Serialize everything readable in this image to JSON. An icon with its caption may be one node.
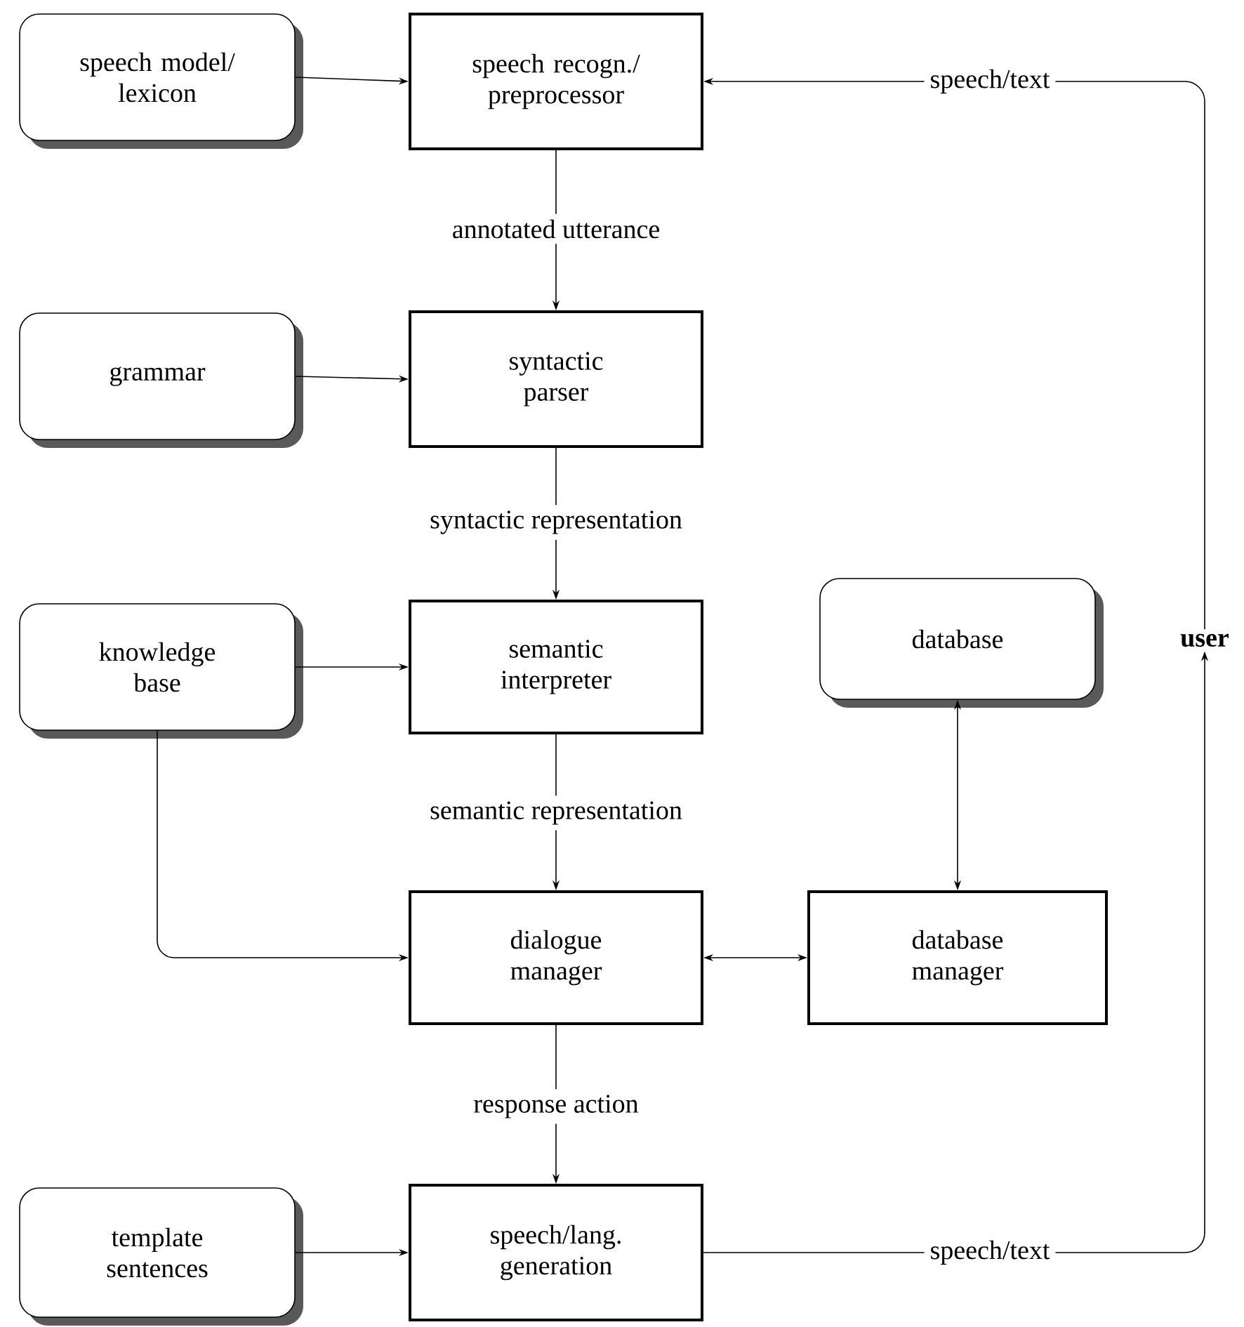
{
  "diagram": {
    "nodes": [
      {
        "text": [
          "speech model/ lexicon"
        ]
      },
      {
        "text": [
          "speech recogn./ preprocessor"
        ]
      },
      {
        "text": [
          "grammar"
        ]
      },
      {
        "text": [
          "syntactic parser"
        ]
      },
      {
        "text": [
          "knowledge base"
        ]
      },
      {
        "text": [
          "semantic interpreter"
        ]
      },
      {
        "text": [
          "database"
        ]
      },
      {
        "text": [
          "user"
        ]
      },
      {
        "text": [
          "dialogue manager"
        ]
      },
      {
        "text": [
          "database manager"
        ]
      },
      {
        "text": [
          "template sentences"
        ]
      },
      {
        "text": [
          "speech/lang. generation"
        ]
      }
    ],
    "edges": [
      {
        "from": 0,
        "to": 1,
        "arrow": "to"
      },
      {
        "from": 1,
        "to": 3,
        "arrow": "to",
        "label": "annotated utterance"
      },
      {
        "from": 2,
        "to": 3,
        "arrow": "to"
      },
      {
        "from": 3,
        "to": 5,
        "arrow": "to",
        "label": "syntactic representation"
      },
      {
        "from": 4,
        "to": 5,
        "arrow": "to"
      },
      {
        "from": 5,
        "to": 8,
        "arrow": "to",
        "label": "semantic representation"
      },
      {
        "from": 4,
        "to": 8,
        "arrow": "to"
      },
      {
        "from": 8,
        "to": 9,
        "arrow": "both"
      },
      {
        "from": 6,
        "to": 9,
        "arrow": "both"
      },
      {
        "from": 8,
        "to": 11,
        "arrow": "to",
        "label": "response action"
      },
      {
        "from": 10,
        "to": 11,
        "arrow": "to"
      },
      {
        "from": 11,
        "to": 7,
        "arrow": "to",
        "label": "speech/text"
      },
      {
        "from": 7,
        "to": 1,
        "arrow": "to",
        "label": "speech/text"
      }
    ]
  }
}
